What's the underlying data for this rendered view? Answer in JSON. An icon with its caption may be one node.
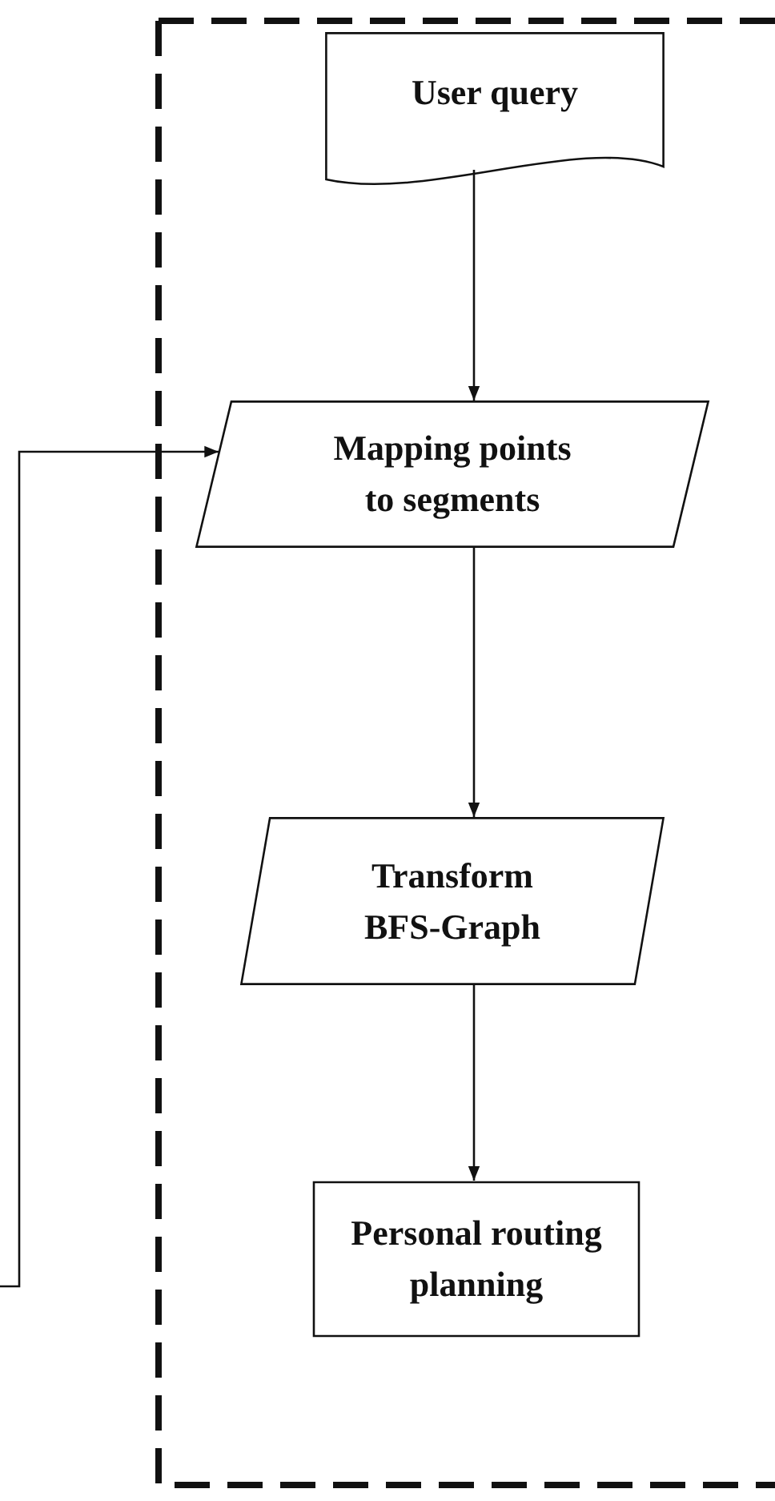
{
  "diagram": {
    "nodes": [
      {
        "text": [],
        "shape": "box"
      },
      {
        "text": [
          "User query"
        ],
        "in": 0
      },
      {
        "text": [
          "Mapping points to segments"
        ],
        "in": 0
      },
      {
        "text": [
          "Transform BFS-Graph"
        ],
        "in": 0
      },
      {
        "text": [
          "Personal routing planning"
        ],
        "in": 0
      }
    ],
    "edges": [
      {
        "from": 1,
        "to": 2,
        "arrow": "to"
      },
      {
        "from": 2,
        "to": 3,
        "arrow": "to"
      },
      {
        "from": 3,
        "to": 4,
        "arrow": "to"
      },
      {
        "from": null,
        "to": 2,
        "arrow": "to"
      }
    ]
  }
}
